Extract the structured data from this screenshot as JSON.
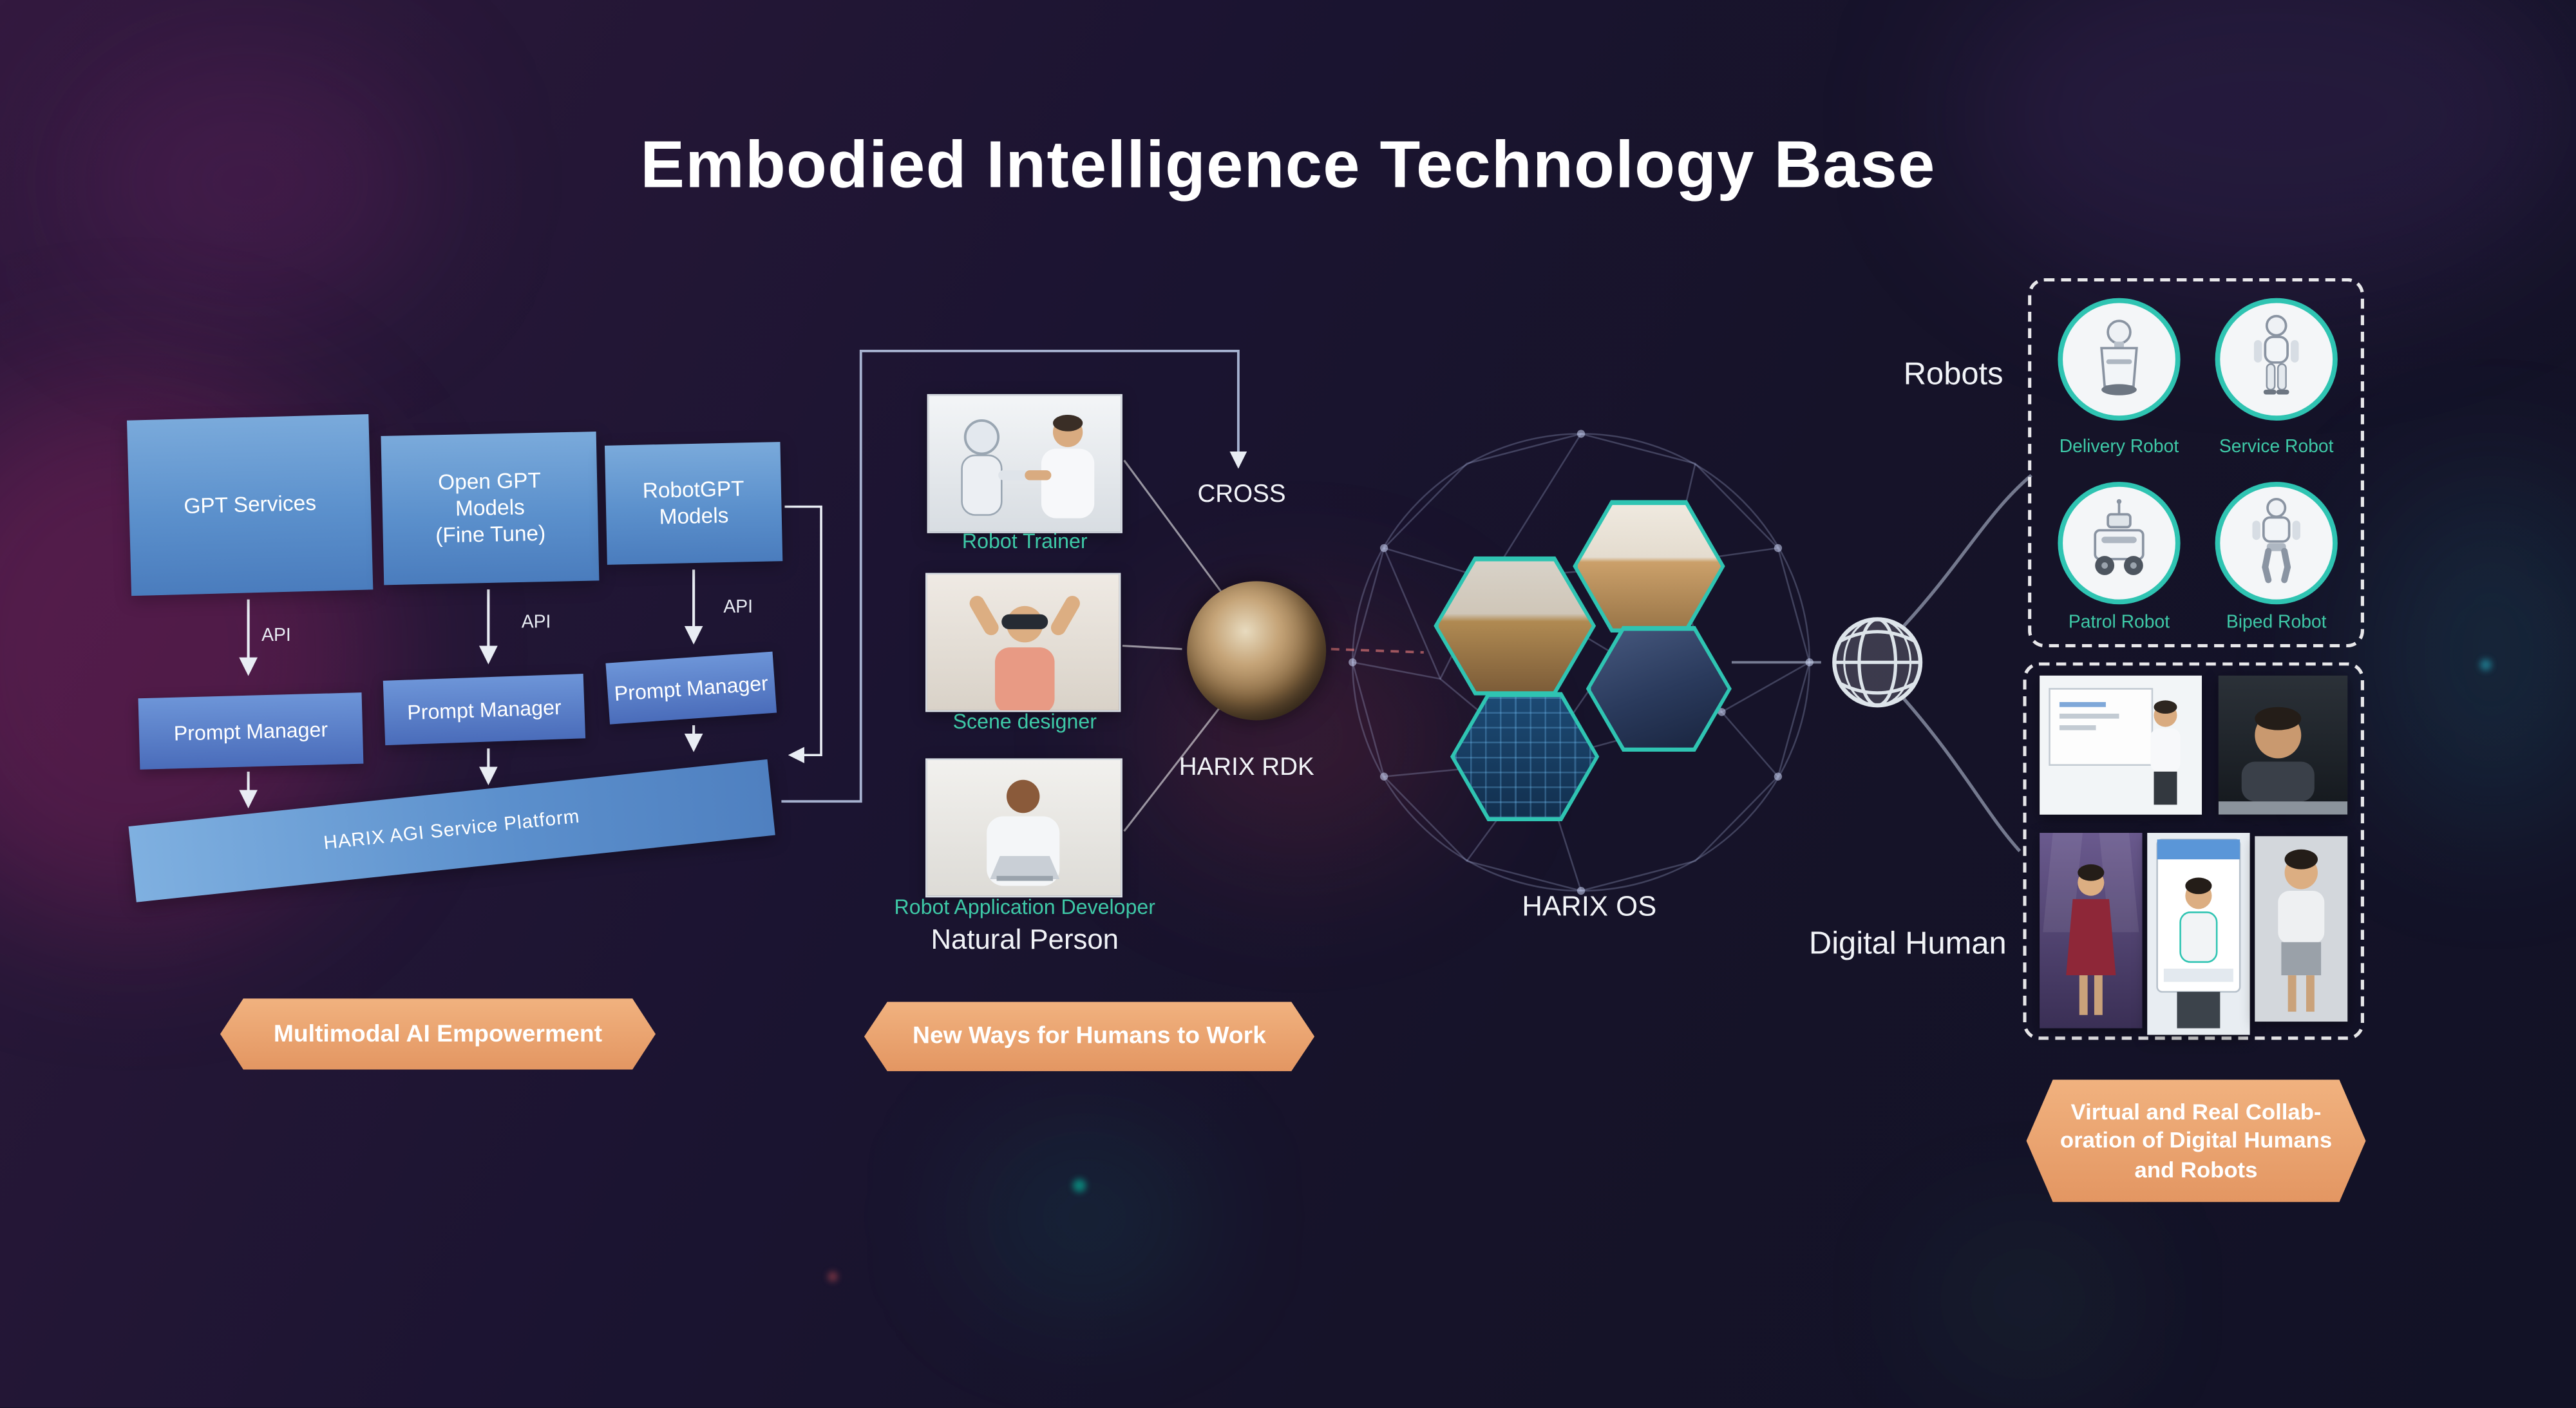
{
  "title": "Embodied Intelligence Technology Base",
  "colors": {
    "accent_teal": "#3ec9a7",
    "banner_orange": "#e9a16e",
    "box_blue": "#5b90cc",
    "line_light": "#dfe5f0",
    "background_dark": "#161329"
  },
  "icons": {
    "network_globe": "wireframe-globe-icon",
    "mesh_sphere": "polygon-network-sphere",
    "cross_sphere": "panorama-sphere"
  },
  "left_stack": {
    "boxes": [
      {
        "label": "GPT Services"
      },
      {
        "label": "Open GPT\nModels\n(Fine Tune)"
      },
      {
        "label": "RobotGPT\nModels"
      }
    ],
    "api_label": "API",
    "prompt_managers": [
      "Prompt Manager",
      "Prompt Manager",
      "Prompt Manager"
    ],
    "platform": "HARIX AGI Service Platform",
    "banner": "Multimodal AI Empowerment"
  },
  "middle": {
    "people": [
      {
        "label": "Robot Trainer"
      },
      {
        "label": "Scene designer"
      },
      {
        "label": "Robot Application Developer"
      }
    ],
    "group_label": "Natural Person",
    "cross_label": "CROSS",
    "rdk_label": "HARIX RDK",
    "banner": "New Ways for Humans to Work"
  },
  "center": {
    "os_label": "HARIX OS"
  },
  "right": {
    "robots_label": "Robots",
    "robots": [
      "Delivery Robot",
      "Service Robot",
      "Patrol Robot",
      "Biped Robot"
    ],
    "digital_human_label": "Digital Human",
    "banner_lines": [
      "Virtual and Real Collab-",
      "oration of Digital Humans",
      "and Robots"
    ]
  }
}
